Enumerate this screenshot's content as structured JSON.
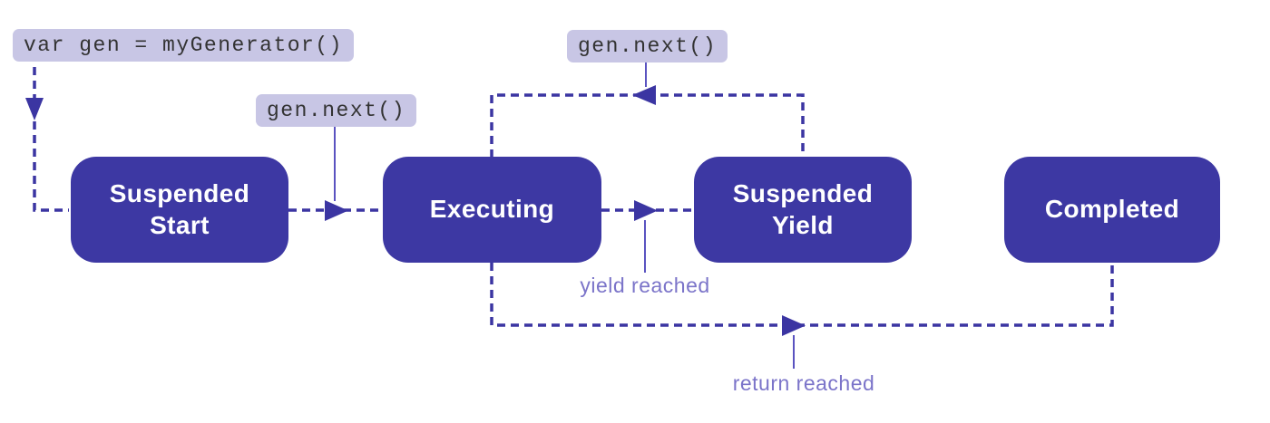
{
  "labels": {
    "create_generator": "var gen = myGenerator()",
    "gen_next_start": "gen.next()",
    "gen_next_yield": "gen.next()"
  },
  "states": [
    {
      "id": "suspended-start",
      "label": "Suspended\nStart"
    },
    {
      "id": "executing",
      "label": "Executing"
    },
    {
      "id": "suspended-yield",
      "label": "Suspended\nYield"
    },
    {
      "id": "completed",
      "label": "Completed"
    }
  ],
  "captions": {
    "yield_reached": "yield reached",
    "return_reached": "return reached"
  },
  "colors": {
    "box_fill": "#3D38A3",
    "box_text": "#FFFFFF",
    "line": "#3B35A2",
    "label_bg": "#C8C6E5",
    "label_text": "#333333",
    "caption_text": "#7B74C9",
    "connector": "#5A53C0"
  }
}
